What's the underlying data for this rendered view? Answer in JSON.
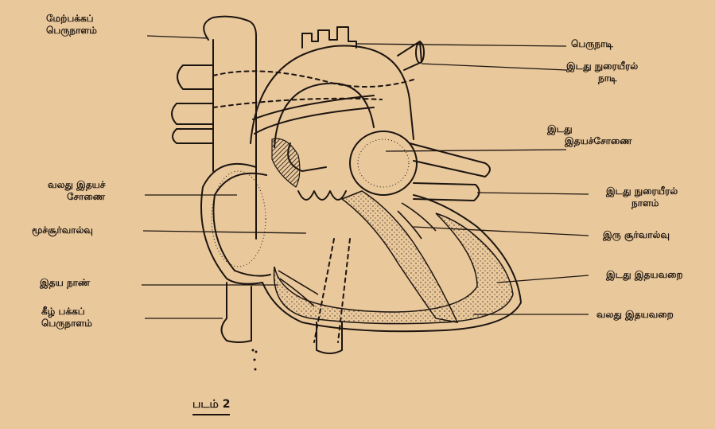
{
  "figure": {
    "caption": "படம் 2"
  },
  "labels": {
    "superior_vena_cava": [
      "மேற்பக்கப்",
      "பெருநாளம்"
    ],
    "aorta": [
      "பெருநாடி"
    ],
    "left_pulmonary_artery": [
      "இடது நுரையீரல்",
      "நாடி"
    ],
    "left_atrium": [
      "இடது",
      "இதயச்சோணை"
    ],
    "right_atrium": [
      "வலது இதயச்",
      "சோணை"
    ],
    "left_pulmonary_vein": [
      "இடது நுரையீரல்",
      "நாளம்"
    ],
    "tricuspid_valve": [
      "மூச்சூர்வால்வு"
    ],
    "mitral_valve": [
      "இரு சூர்வால்வு"
    ],
    "chordae_tendineae": [
      "இதய நாண்"
    ],
    "left_ventricle": [
      "இடது இதயவறை"
    ],
    "inferior_vena_cava": [
      "கீழ் பக்கப்",
      "பெருநாளம்"
    ],
    "right_ventricle": [
      "வலது இதயவறை"
    ]
  },
  "colors": {
    "paper": "#e9c89c",
    "ink": "#1d1510"
  }
}
